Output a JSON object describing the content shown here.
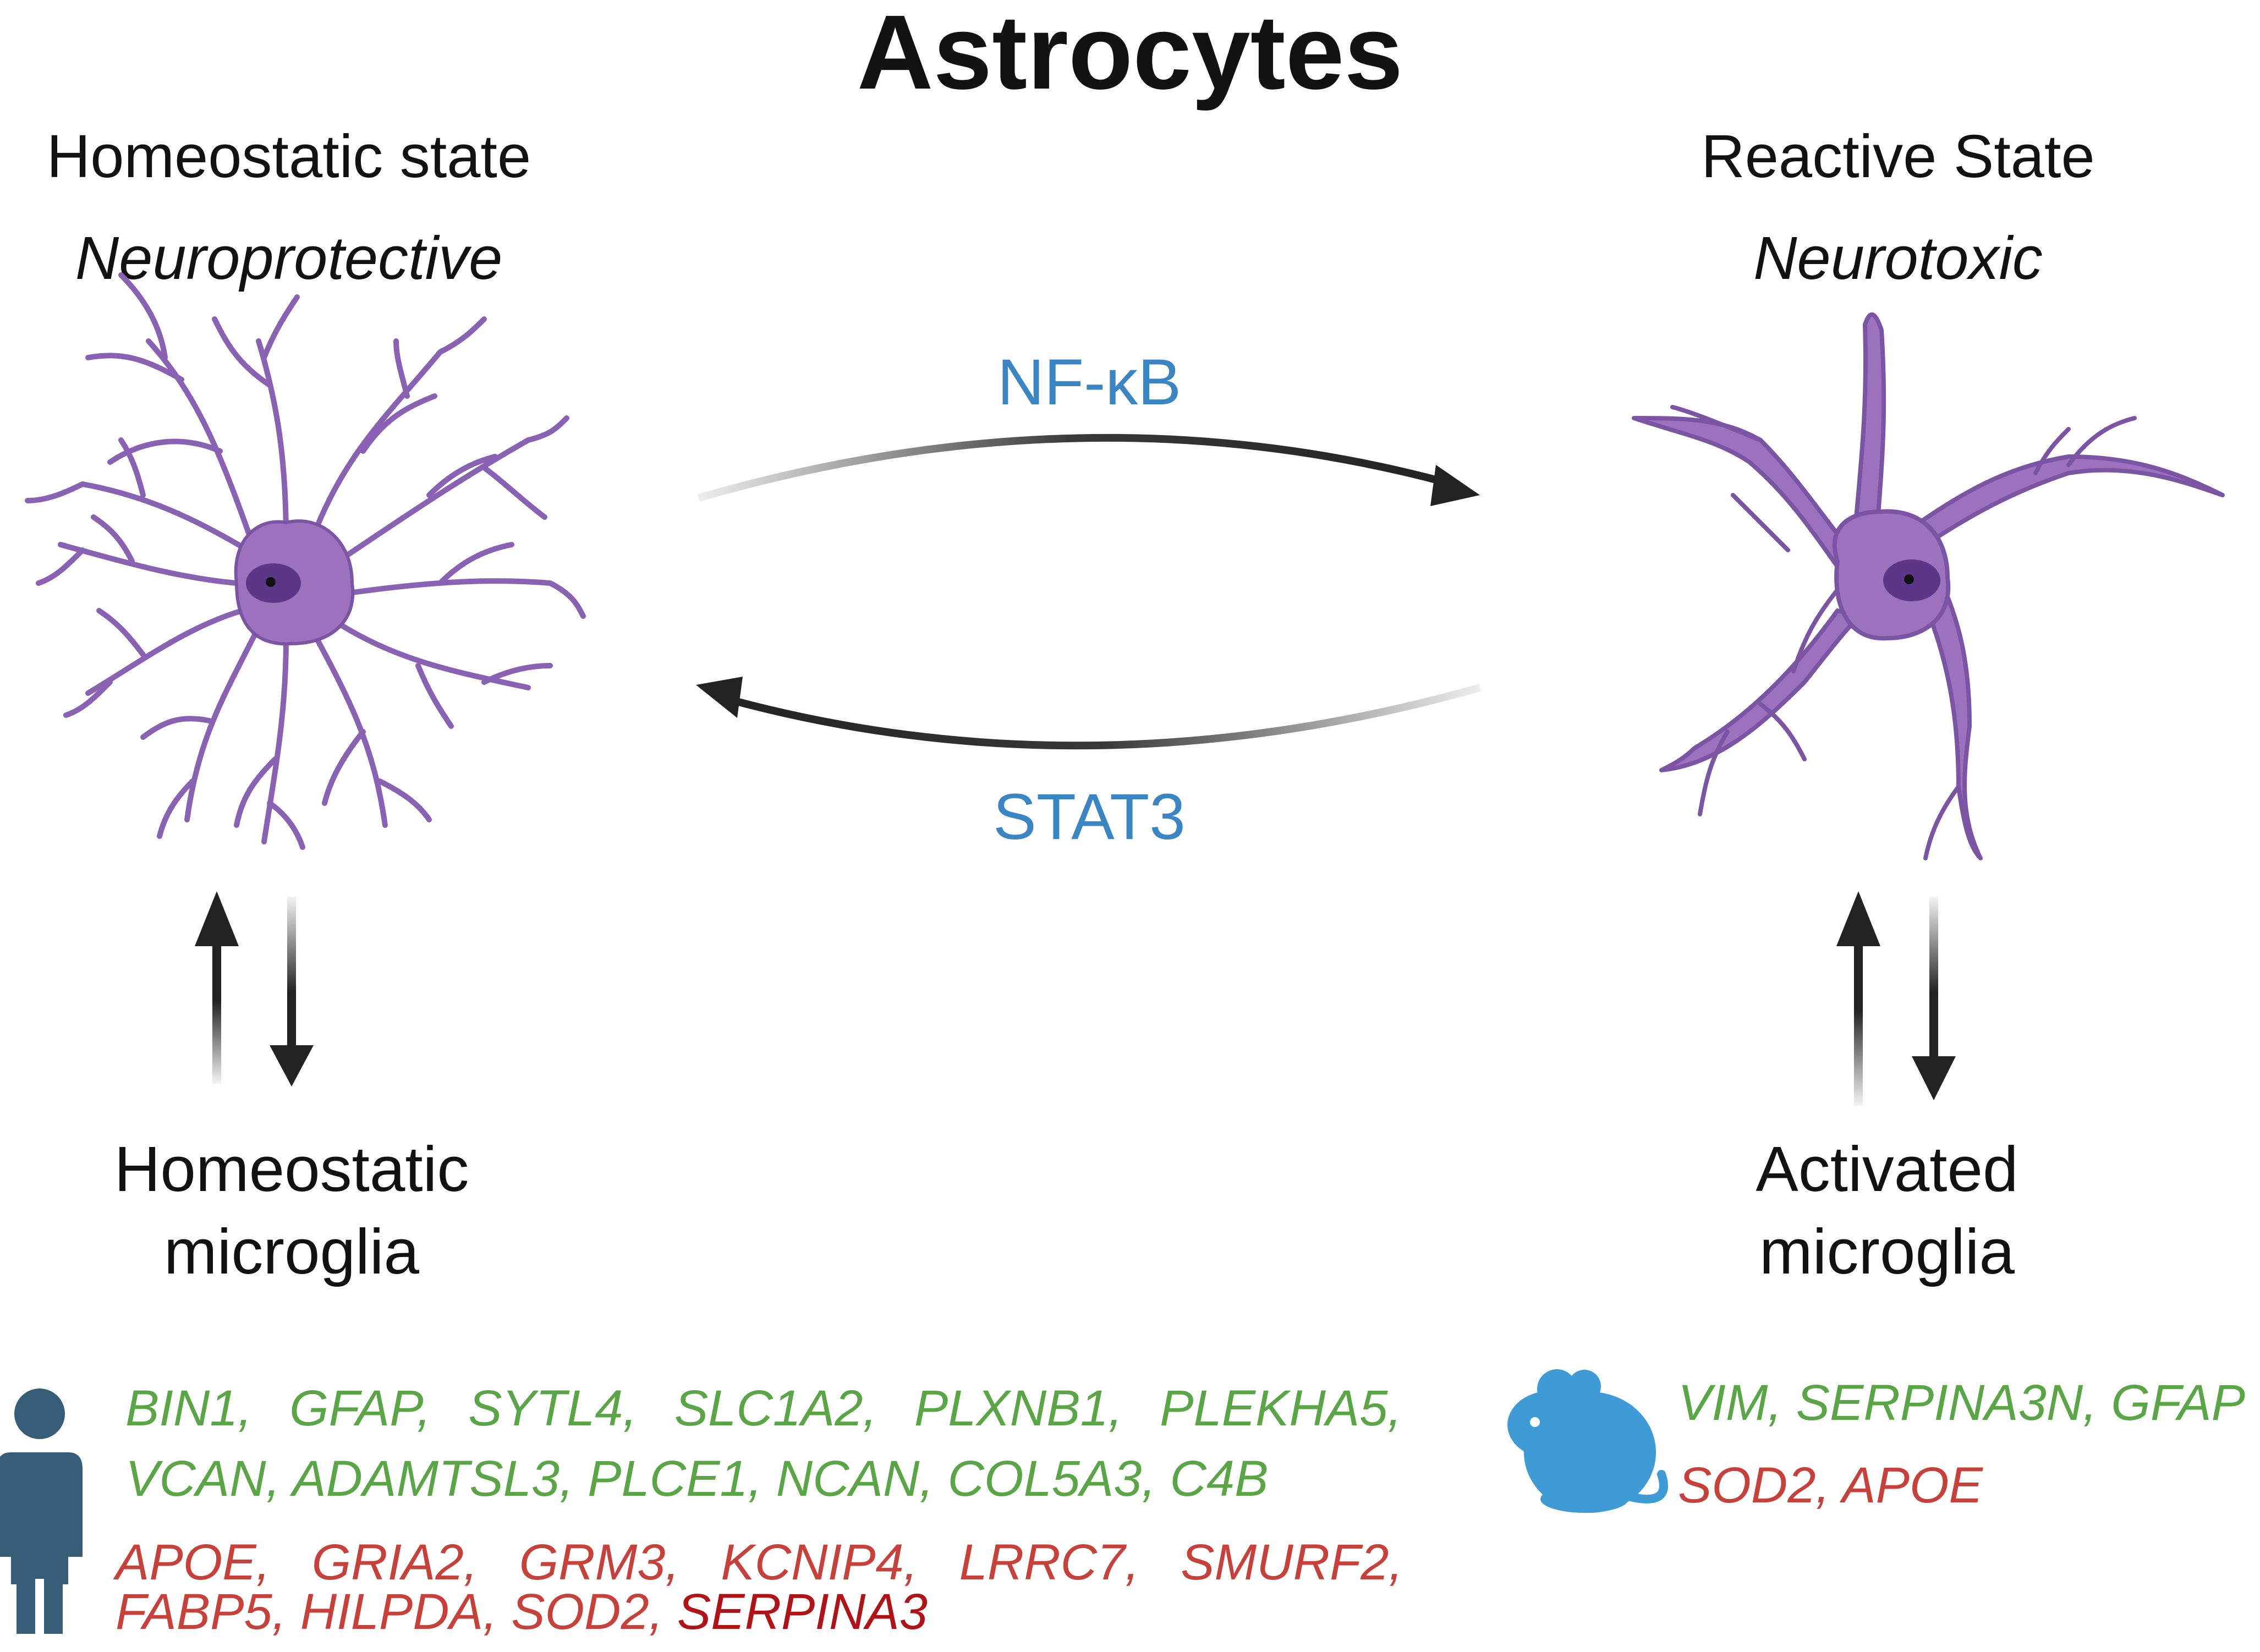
{
  "title": "Astrocytes",
  "left_state": {
    "name": "Homeostatic state",
    "role": "Neuroprotective"
  },
  "right_state": {
    "name": "Reactive State",
    "role": "Neurotoxic"
  },
  "signals": {
    "forward": "NF-κB",
    "backward": "STAT3"
  },
  "left_microglia": {
    "line1": "Homeostatic",
    "line2": "microglia"
  },
  "right_microglia": {
    "line1": "Activated",
    "line2": "microglia"
  },
  "human_genes": {
    "green_line1": [
      "BIN1,",
      "GFAP,",
      "SYTL4,",
      "SLC1A2,",
      "PLXNB1,",
      "PLEKHA5,"
    ],
    "green_line2": "VCAN, ADAMTSL3, PLCE1, NCAN, COL5A3, C4B",
    "red_line1": [
      "APOE,",
      "GRIA2,",
      "GRM3,",
      "KCNIP4,",
      "LRRC7,",
      "SMURF2,"
    ],
    "red_line2": "FABP5, HILPDA, SOD2,",
    "red_line2_highlight": "SERPINA3"
  },
  "mouse_genes": {
    "green": "VIM, SERPINA3N, GFAP",
    "red": "SOD2, APOE"
  },
  "colors": {
    "cell_fill": "#9c72bf",
    "cell_stroke": "#6f4a93",
    "nucleus": "#5c3787",
    "signal_text": "#3a85c4",
    "up_gene": "#5aa646",
    "down_gene": "#c8403a",
    "highlight_gene": "#b01215",
    "human_icon": "#385d78",
    "mouse_icon": "#3e9bd6"
  }
}
